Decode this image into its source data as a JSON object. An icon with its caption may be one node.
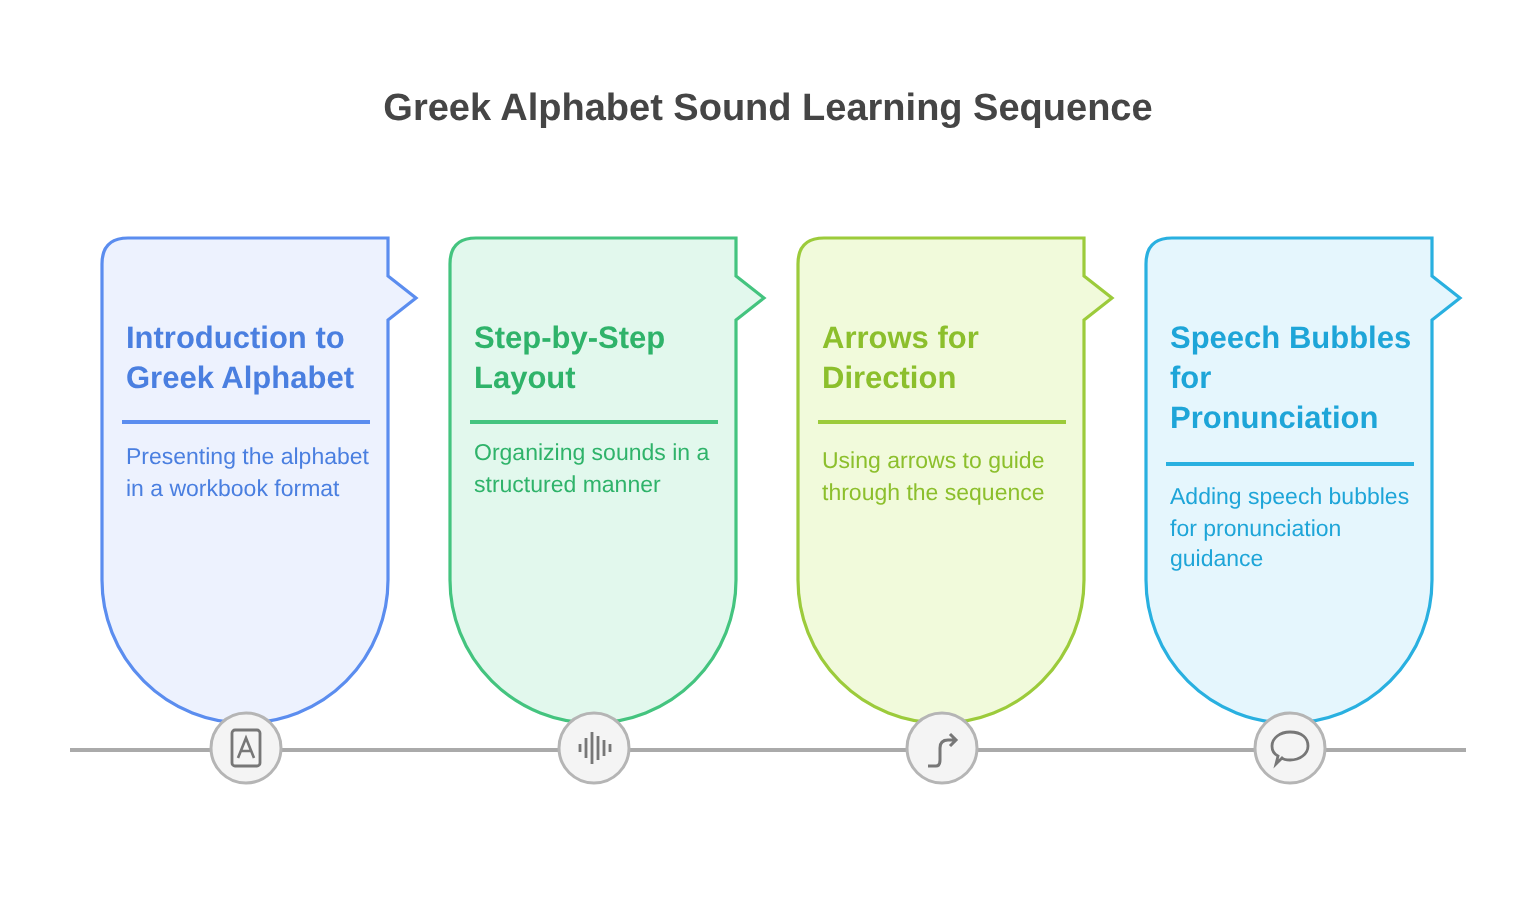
{
  "diagram": {
    "title": "Greek Alphabet Sound Learning Sequence",
    "nodes": [
      {
        "text": [
          "Introduction to Greek Alphabet",
          "Presenting the alphabet in a workbook format"
        ]
      },
      {
        "text": [
          "Step-by-Step Layout",
          "Organizing sounds in a structured manner"
        ]
      },
      {
        "text": [
          "Arrows for Direction",
          "Using arrows to guide through the sequence"
        ]
      },
      {
        "text": [
          "Speech Bubbles for Pronunciation",
          "Adding speech bubbles for pronunciation guidance"
        ]
      }
    ]
  }
}
